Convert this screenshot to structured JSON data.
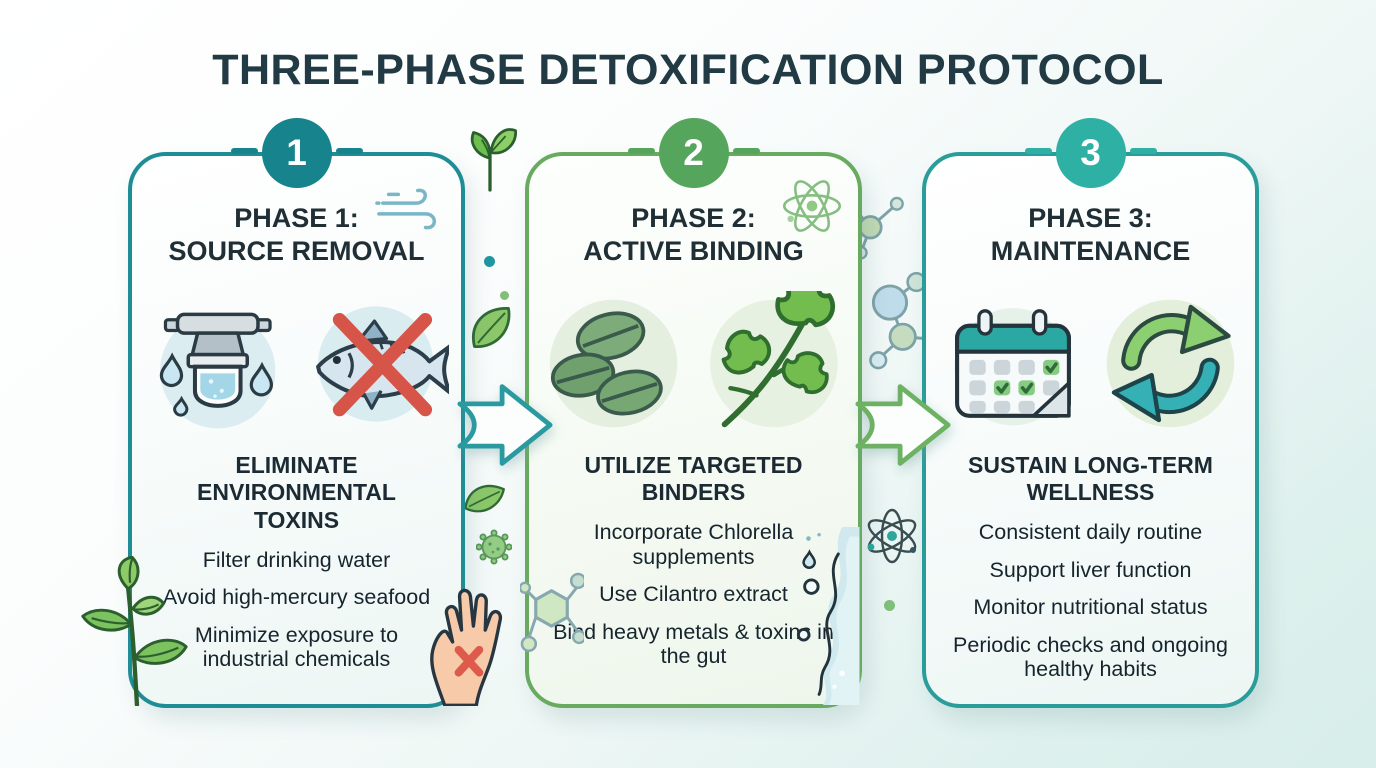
{
  "title": "THREE-PHASE DETOXIFICATION PROTOCOL",
  "palette": {
    "background_start": "#ffffff",
    "background_end": "#d7eeea",
    "title_text": "#213a44",
    "heading_text": "#202f36",
    "body_text": "#16252d",
    "phase1_accent": "#1f8d96",
    "phase1_badge": "#17838c",
    "phase2_accent": "#68ab60",
    "phase2_badge": "#55a65c",
    "phase3_accent": "#2a9d9b",
    "phase3_badge": "#2fb0a5",
    "arrow_1_color": "#2b9aa0",
    "arrow_2_color": "#6db263",
    "prohibition_red": "#d65548"
  },
  "phases": [
    {
      "number": "1",
      "title_line1": "PHASE 1:",
      "title_line2": "SOURCE REMOVAL",
      "subheading": "ELIMINATE ENVIRONMENTAL TOXINS",
      "icon_names": [
        "water-filter-icon",
        "no-high-mercury-fish-icon",
        "wind-icon"
      ],
      "items": [
        "Filter drinking water",
        "Avoid high-mercury seafood",
        "Minimize exposure to industrial chemicals"
      ]
    },
    {
      "number": "2",
      "title_line1": "PHASE 2:",
      "title_line2": "ACTIVE BINDING",
      "subheading": "UTILIZE TARGETED BINDERS",
      "icon_names": [
        "chlorella-tablets-icon",
        "cilantro-icon",
        "atom-icon"
      ],
      "items": [
        "Incorporate Chlorella supplements",
        "Use Cilantro extract",
        "Bind heavy metals & toxins in the gut"
      ]
    },
    {
      "number": "3",
      "title_line1": "PHASE 3:",
      "title_line2": "MAINTENANCE",
      "subheading": "SUSTAIN LONG-TERM WELLNESS",
      "icon_names": [
        "calendar-checklist-icon",
        "renewal-cycle-icon"
      ],
      "items": [
        "Consistent daily routine",
        "Support liver function",
        "Monitor nutritional status",
        "Periodic checks and ongoing healthy habits"
      ]
    }
  ]
}
